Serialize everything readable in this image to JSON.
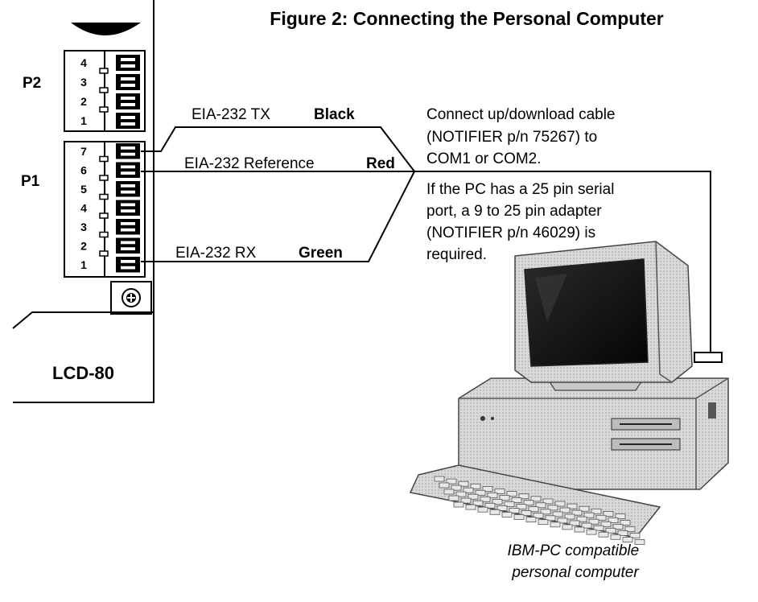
{
  "title": "Figure 2:  Connecting the Personal Computer",
  "connectors": {
    "p2": {
      "label": "P2",
      "pins": [
        "4",
        "3",
        "2",
        "1"
      ]
    },
    "p1": {
      "label": "P1",
      "pins": [
        "7",
        "6",
        "5",
        "4",
        "3",
        "2",
        "1"
      ]
    }
  },
  "panel_label": "LCD-80",
  "wires": {
    "tx": {
      "signal": "EIA-232 TX",
      "color_name": "Black"
    },
    "ref": {
      "signal": "EIA-232 Reference",
      "color_name": "Red"
    },
    "rx": {
      "signal": "EIA-232 RX",
      "color_name": "Green"
    }
  },
  "instructions": {
    "cable": [
      "Connect up/download cable",
      "(NOTIFIER p/n 75267) to",
      "COM1 or COM2."
    ],
    "adapter": [
      "If the PC has a 25 pin serial",
      "port, a 9 to 25 pin adapter",
      "(NOTIFIER p/n 46029) is",
      "required."
    ]
  },
  "pc_caption": [
    "IBM-PC compatible",
    "personal computer"
  ]
}
